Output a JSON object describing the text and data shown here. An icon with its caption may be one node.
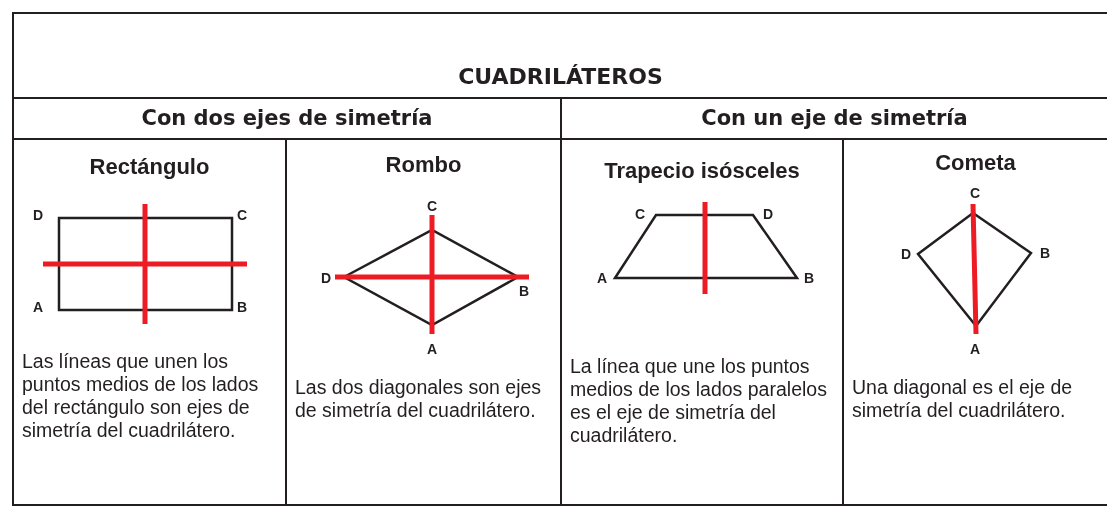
{
  "diagram": {
    "title": "CUADRILÁTEROS",
    "nodes": [
      {
        "text": [
          "Con dos ejes de simetría"
        ]
      },
      {
        "text": [
          "Con un eje de simetría"
        ]
      },
      {
        "text": [
          "Rectángulo",
          "Las líneas que unen los puntos medios de los lados del rectángulo son ejes de simetría del cuadrilátero."
        ]
      },
      {
        "text": [
          "Rombo",
          "Las dos diagonales son ejes de simetría del cuadrilátero."
        ]
      },
      {
        "text": [
          "Trapecio isósceles",
          "La línea que une los puntos medios de los lados paralelos es el eje de simetría del cuadrilátero."
        ]
      },
      {
        "text": [
          "Cometa",
          "Una diagonal es el eje de simetría del cuadrilátero."
        ]
      }
    ],
    "labels": [
      "D",
      "C",
      "A",
      "B",
      "C",
      "D",
      "B",
      "A",
      "C",
      "D",
      "A",
      "B",
      "C",
      "D",
      "B",
      "A"
    ]
  }
}
